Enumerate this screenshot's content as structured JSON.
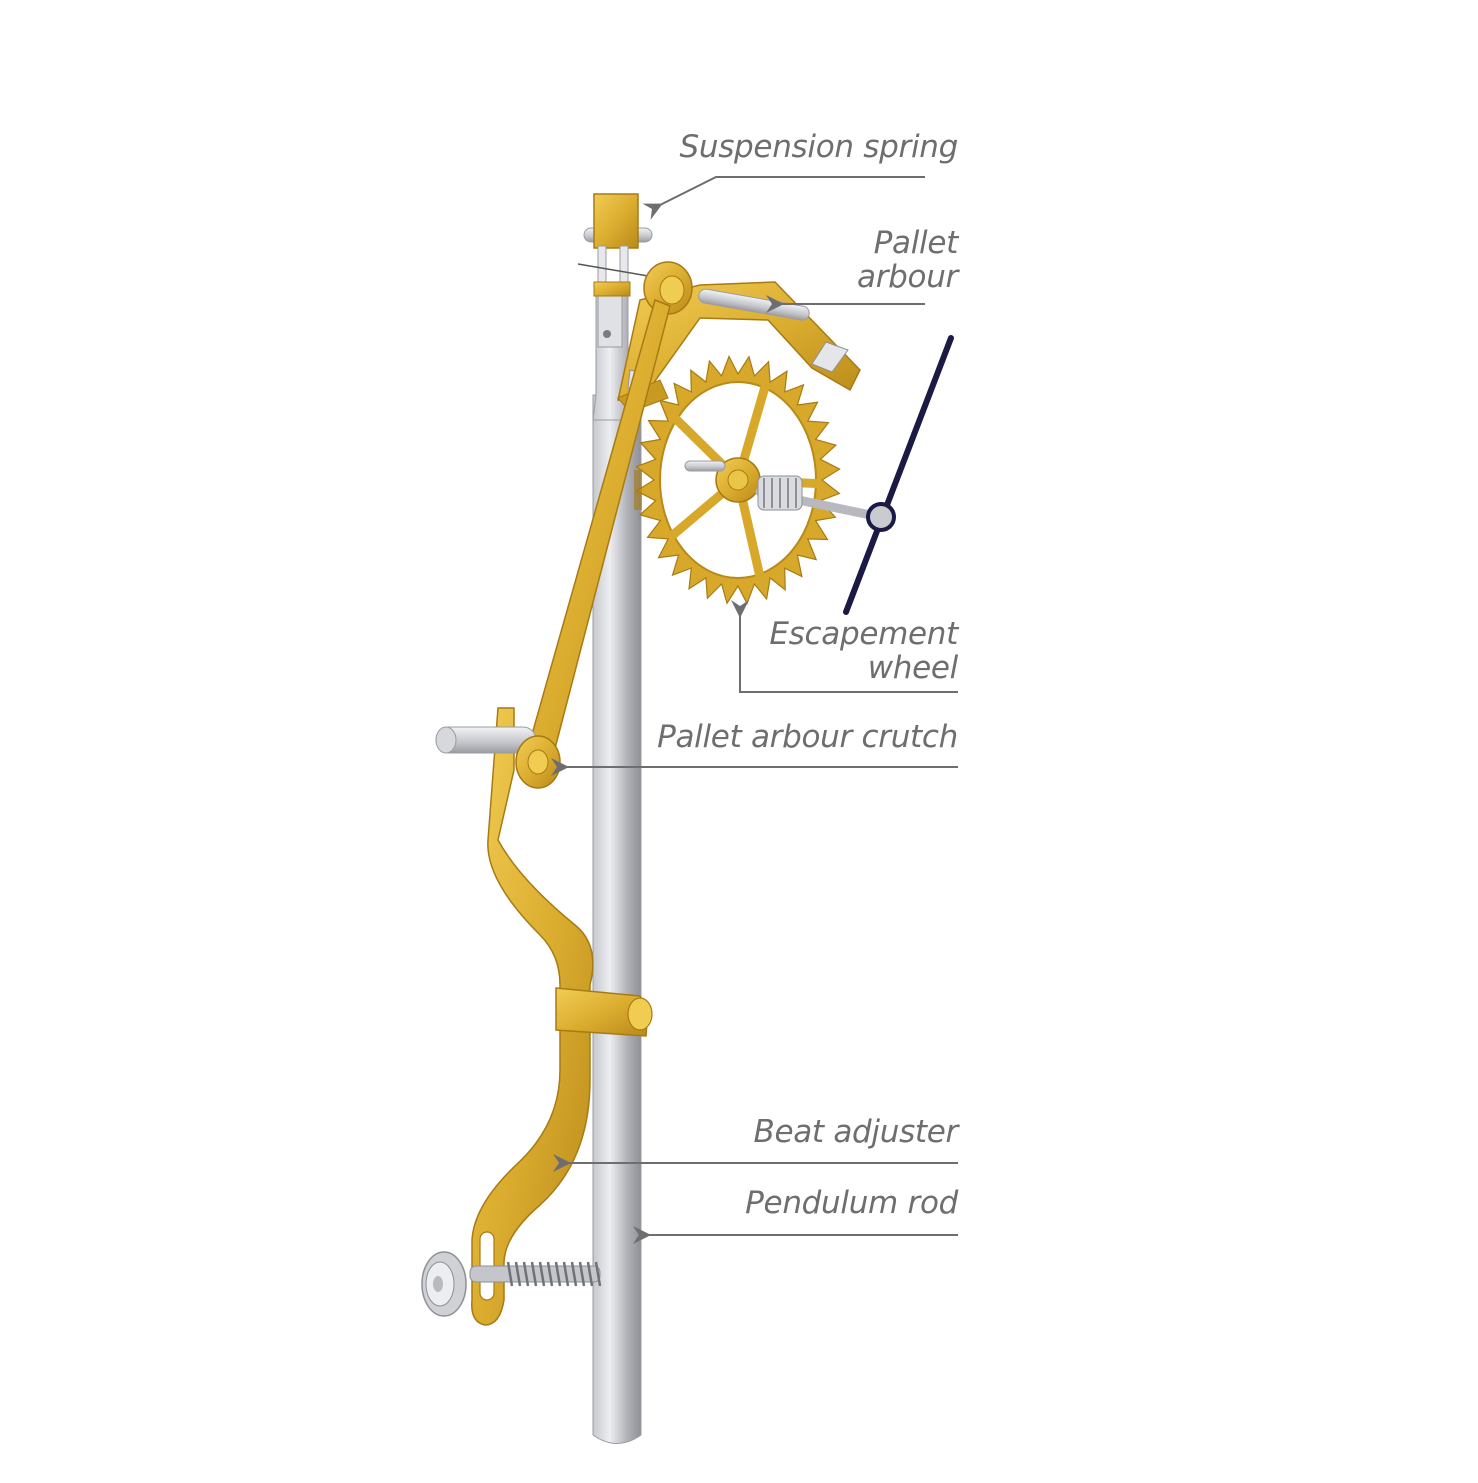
{
  "diagram": {
    "labels": {
      "suspension_spring": "Suspension spring",
      "pallet_arbour_line1": "Pallet",
      "pallet_arbour_line2": "arbour",
      "escapement_wheel_line1": "Escapement",
      "escapement_wheel_line2": "wheel",
      "pallet_arbour_crutch": "Pallet arbour crutch",
      "beat_adjuster": "Beat adjuster",
      "pendulum_rod": "Pendulum rod"
    },
    "colors": {
      "brass": "#d8a82a",
      "brass_light": "#f0cc50",
      "brass_dark": "#a87a14",
      "steel": "#b7b9bf",
      "steel_dark": "#8d9097",
      "hand": "#1a1a45",
      "leader": "#6e6e70"
    }
  }
}
